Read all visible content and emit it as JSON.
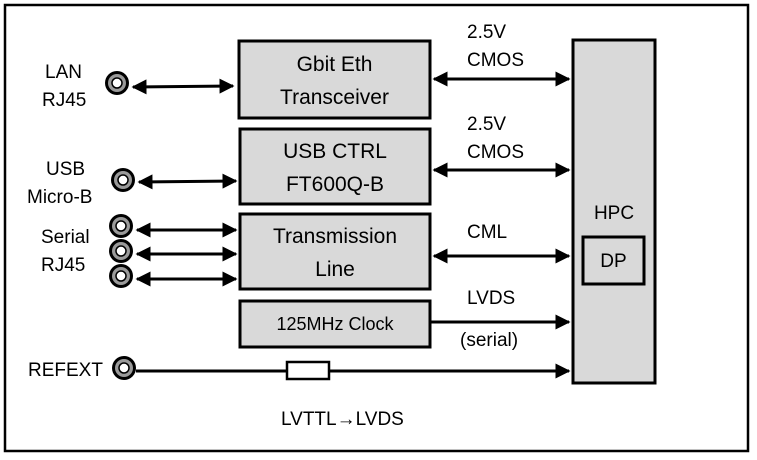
{
  "diagram": {
    "connectors": {
      "lan": [
        "LAN",
        "RJ45"
      ],
      "usb": [
        "USB",
        "Micro-B"
      ],
      "serial": [
        "Serial",
        "RJ45"
      ],
      "refext": "REFEXT"
    },
    "blocks": {
      "gbit_eth": [
        "Gbit Eth",
        "Transceiver"
      ],
      "usb_ctrl": [
        "USB CTRL",
        "FT600Q-B"
      ],
      "transmission_line": [
        "Transmission",
        "Line"
      ],
      "clock": "125MHz Clock",
      "hpc": "HPC",
      "dp": "DP"
    },
    "links": {
      "eth": [
        "2.5V",
        "CMOS"
      ],
      "usb": [
        "2.5V",
        "CMOS"
      ],
      "tl": "CML",
      "clock": [
        "LVDS",
        "(serial)"
      ]
    },
    "refext_note": "LVTTL→LVDS"
  },
  "colors": {
    "block_fill": "#d9d9d9",
    "stroke": "#000000",
    "background": "#ffffff"
  }
}
